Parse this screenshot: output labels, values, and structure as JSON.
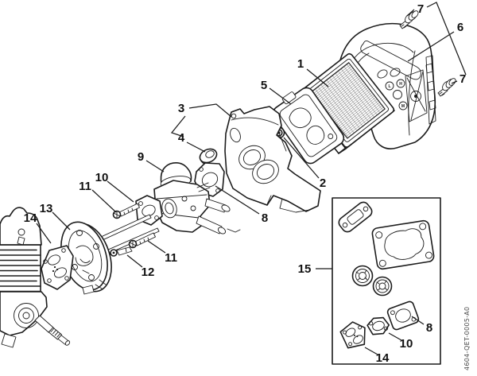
{
  "figure": {
    "drawing_number": "4604-QET-0005-A0",
    "colors": {
      "line": "#1c1c1c",
      "background": "#ffffff"
    },
    "cover_markings": {
      "l": "L",
      "h": "H",
      "m": "M"
    },
    "callouts": [
      {
        "label": "1"
      },
      {
        "label": "2"
      },
      {
        "label": "3"
      },
      {
        "label": "4"
      },
      {
        "label": "5"
      },
      {
        "label": "6"
      },
      {
        "label": "7"
      },
      {
        "label": "7"
      },
      {
        "label": "8"
      },
      {
        "label": "9"
      },
      {
        "label": "10"
      },
      {
        "label": "11"
      },
      {
        "label": "11"
      },
      {
        "label": "12"
      },
      {
        "label": "13"
      },
      {
        "label": "14"
      },
      {
        "label": "15"
      },
      {
        "label": "8"
      },
      {
        "label": "10"
      },
      {
        "label": "14"
      }
    ]
  }
}
